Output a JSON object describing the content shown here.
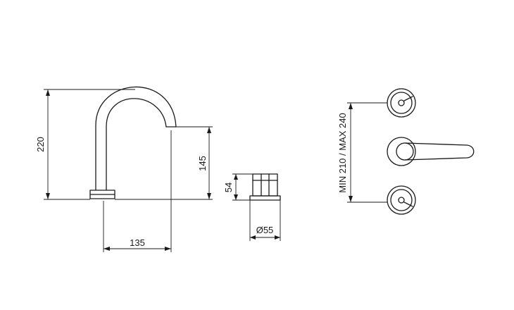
{
  "dimensions": {
    "spout_height": "220",
    "outlet_height": "145",
    "spout_reach": "135",
    "handle_height": "54",
    "handle_diameter": "Ø55",
    "centre_spacing": "MIN 210 / MAX 240"
  },
  "colors": {
    "line": "#1a1a1a",
    "background": "#ffffff"
  }
}
